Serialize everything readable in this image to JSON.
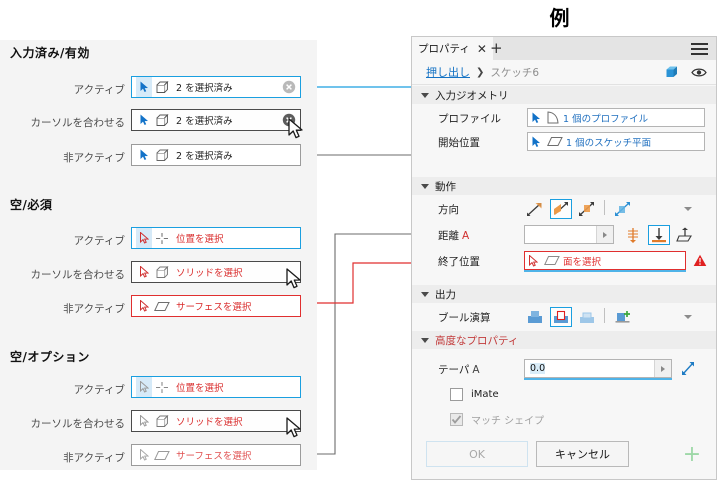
{
  "title": "例",
  "left_panel": {
    "sections": [
      {
        "heading": "入力済み/有効",
        "rows": [
          {
            "label": "アクティブ",
            "state": "active",
            "text": "2 を選択済み",
            "text_color": "dark",
            "geom": "box-icon",
            "clear": true,
            "cursor": false
          },
          {
            "label": "カーソルを合わせる",
            "state": "hover",
            "text": "2 を選択済み",
            "text_color": "dark",
            "geom": "box-icon",
            "clear": true,
            "cursor": true
          },
          {
            "label": "非アクティブ",
            "state": "inactive",
            "text": "2 を選択済み",
            "text_color": "dark",
            "geom": "box-icon",
            "clear": false,
            "cursor": false
          }
        ]
      },
      {
        "heading": "空/必須",
        "rows": [
          {
            "label": "アクティブ",
            "state": "active",
            "text": "位置を選択",
            "text_color": "red",
            "geom": "point-icon",
            "clear": false,
            "cursor": false
          },
          {
            "label": "カーソルを合わせる",
            "state": "hover",
            "text": "ソリッドを選択",
            "text_color": "red",
            "geom": "box-icon",
            "clear": false,
            "cursor": true
          },
          {
            "label": "非アクティブ",
            "state": "err",
            "text": "サーフェスを選択",
            "text_color": "red",
            "geom": "plane-icon",
            "clear": false,
            "cursor": false
          }
        ]
      },
      {
        "heading": "空/オプション",
        "rows": [
          {
            "label": "アクティブ",
            "state": "active",
            "text": "位置を選択",
            "text_color": "red",
            "geom": "point-icon",
            "clear": false,
            "cursor": false
          },
          {
            "label": "カーソルを合わせる",
            "state": "hover",
            "text": "ソリッドを選択",
            "text_color": "red",
            "geom": "box-icon",
            "clear": false,
            "cursor": true
          },
          {
            "label": "非アクティブ",
            "state": "inactive",
            "text": "サーフェスを選択",
            "text_color": "redlite",
            "geom": "plane-icon",
            "clear": false,
            "cursor": false
          }
        ]
      }
    ]
  },
  "properties_panel": {
    "tab": {
      "label": "プロパティ",
      "close_icon": "✕",
      "add_icon": "+",
      "menu_icon": "hamburger-icon"
    },
    "breadcrumb": {
      "link": "押し出し",
      "separator": "❯",
      "current": "スケッチ6",
      "cube_icon": "cube-icon",
      "eye_icon": "eye-icon"
    },
    "groups": [
      {
        "heading": "入力ジオメトリ",
        "heading_color": "normal",
        "rows": [
          {
            "label": "プロファイル",
            "suffix": "",
            "field_text": "1 個のプロファイル",
            "field_color": "#1f6fbf",
            "geom": "profile-icon",
            "state": "normal"
          },
          {
            "label": "開始位置",
            "suffix": "",
            "field_text": "1 個のスケッチ平面",
            "field_color": "#1f6fbf",
            "geom": "plane-icon",
            "state": "normal"
          }
        ]
      },
      {
        "heading": "動作",
        "heading_color": "normal",
        "direction_label": "方向",
        "direction_options": [
          "direction-default-icon",
          "direction-flip-icon",
          "direction-symmetric-icon",
          "direction-asymmetric-icon"
        ],
        "direction_selected_index": 1,
        "distance_label": "距離",
        "distance_suffix": "A",
        "distance_value": "",
        "extent_options": [
          "extent-to-next-icon",
          "extent-to-icon",
          "extent-through-icon"
        ],
        "extent_selected_index": 1,
        "end_label": "終了位置",
        "end_field_text": "面を選択",
        "end_field_color": "#e03030",
        "end_warning_icon": "warning-icon"
      },
      {
        "heading": "出力",
        "heading_color": "mixed",
        "boolean_label": "ブール演算",
        "boolean_label_red_from": 3,
        "boolean_options": [
          "join-icon",
          "cut-icon",
          "intersect-icon",
          "new-solid-icon"
        ],
        "boolean_selected_index": 1
      },
      {
        "heading": "高度なプロパティ",
        "heading_color": "mixed",
        "taper_label": "テーパ",
        "taper_suffix": "A",
        "taper_value": "0.0",
        "taper_edit_icon": "edit-arrow-icon",
        "checkboxes": [
          {
            "label": "iMate",
            "checked": false,
            "dim": false
          },
          {
            "label": "マッチ シェイプ",
            "checked": true,
            "dim": true
          }
        ]
      }
    ],
    "buttons": {
      "ok": "OK",
      "cancel": "キャンセル",
      "plus_icon": "+"
    }
  },
  "colors": {
    "accent_blue": "#1a9fe0",
    "link_blue": "#1472c4",
    "error_red": "#e02f2f",
    "panel_bg": "#f7f7f7",
    "left_bg": "#f4f4f4",
    "connector_gray": "#6b6b6b"
  }
}
